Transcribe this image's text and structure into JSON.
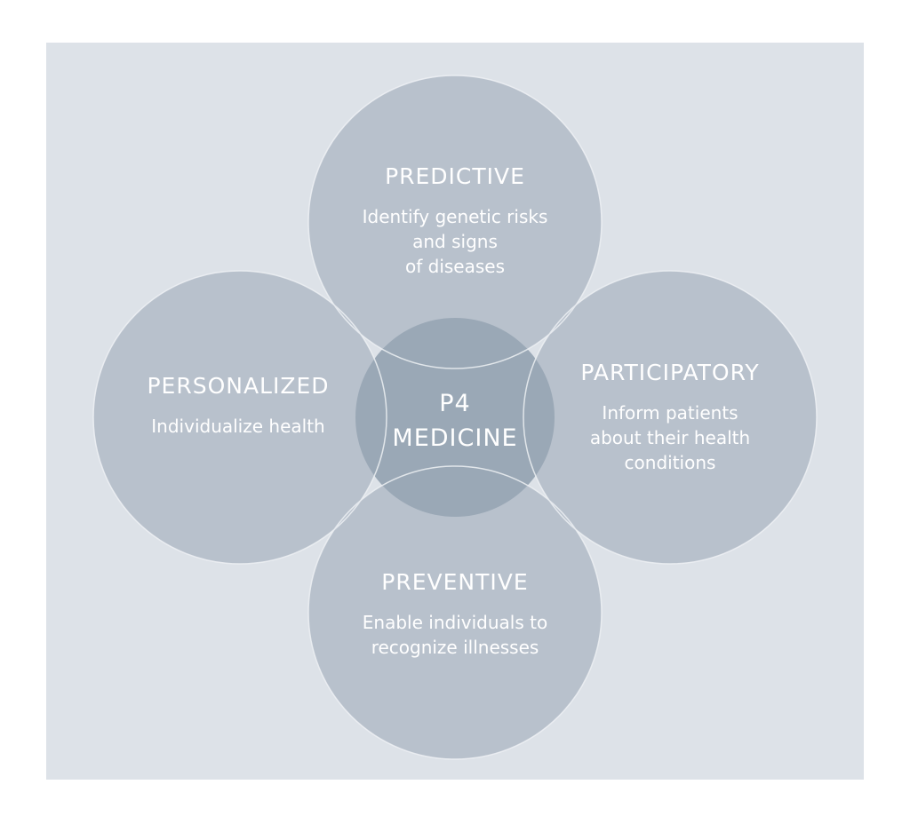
{
  "colors": {
    "panel": "#dde2e8",
    "circle": "#b8c1cc",
    "center": "#9dabb8",
    "stroke": "#eef1f4"
  },
  "center": {
    "line1": "P4",
    "line2": "MEDICINE"
  },
  "nodes": {
    "predictive": {
      "title": "PREDICTIVE",
      "lines": [
        "Identify genetic risks",
        "and signs",
        "of diseases"
      ]
    },
    "personalized": {
      "title": "PERSONALIZED",
      "lines": [
        "Individualize health"
      ]
    },
    "participatory": {
      "title": "PARTICIPATORY",
      "lines": [
        "Inform patients",
        "about their health",
        "conditions"
      ]
    },
    "preventive": {
      "title": "PREVENTIVE",
      "lines": [
        "Enable individuals to",
        "recognize illnesses"
      ]
    }
  }
}
